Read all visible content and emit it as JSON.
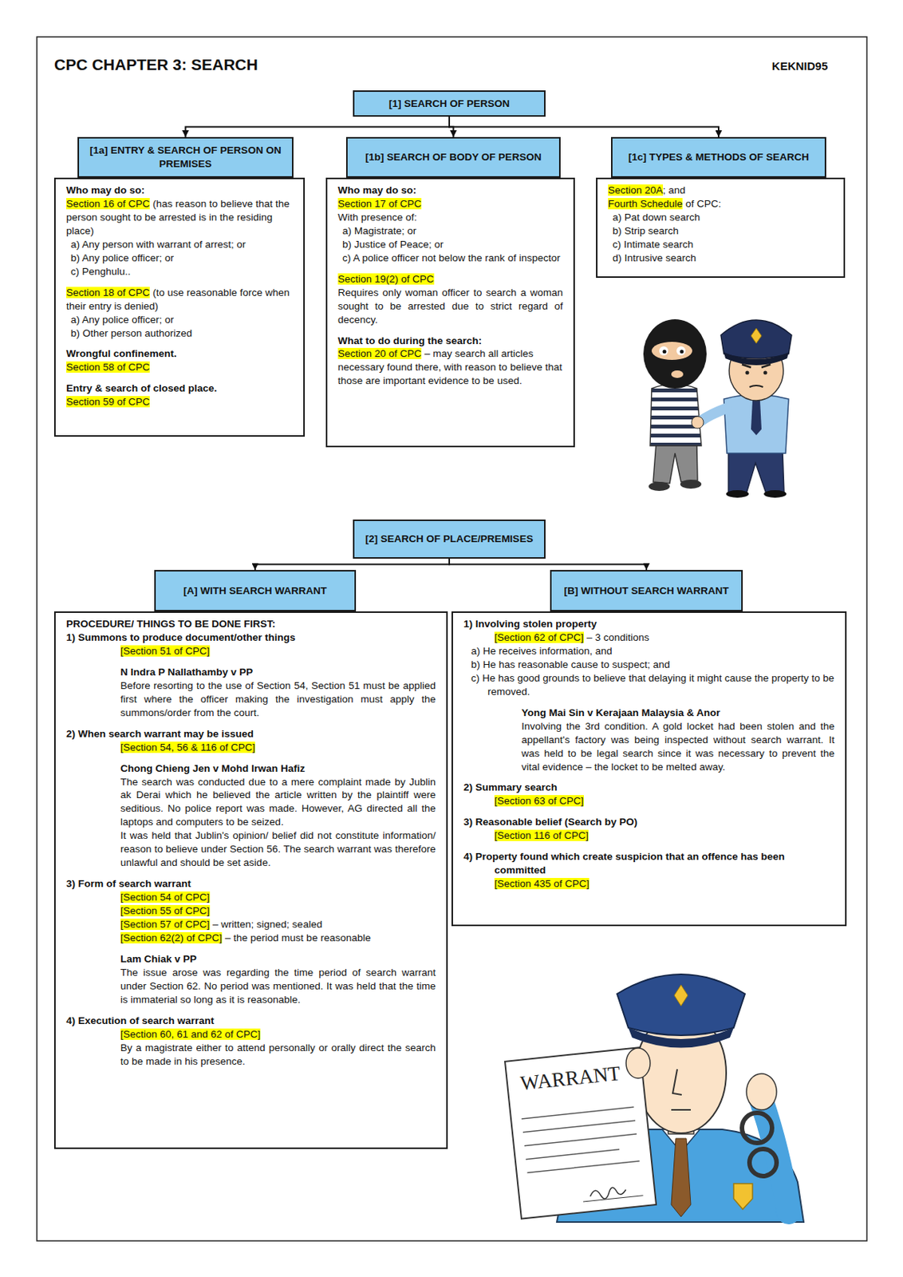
{
  "diagram": {
    "title": "CPC CHAPTER 3: SEARCH",
    "nodes": [
      {
        "text": [
          "[1] SEARCH OF PERSON"
        ]
      },
      {
        "text": [
          "[1a] ENTRY & SEARCH OF PERSON ON PREMISES"
        ]
      },
      {
        "text": [
          "[1b] SEARCH OF BODY OF PERSON"
        ]
      },
      {
        "text": [
          "[1c] TYPES & METHODS OF SEARCH"
        ]
      },
      {
        "text": [
          "Who may do so:",
          "Section 16 of CPC",
          "(has reason to believe that the person sought to be arrested is in the residing place)",
          "a) Any person with warrant of arrest; or",
          "b) Any police officer; or",
          "c) Penghulu..",
          "Section 18 of CPC",
          "(to use reasonable force when their entry is denied)",
          "a) Any police officer; or",
          "b) Other person authorized",
          "Wrongful confinement.",
          "Section 58 of CPC",
          "Entry & search of closed place.",
          "Section 59 of CPC"
        ]
      },
      {
        "text": [
          "Who may do so:",
          "Section 17 of CPC",
          "With presence of:",
          "a) Magistrate; or",
          "b) Justice of Peace; or",
          "c) A police officer not below the rank of inspector",
          "Section 19(2) of CPC",
          "Requires only woman officer to search a woman sought to be arrested due to strict regard of decency.",
          "What to do during the search:",
          "Section 20 of CPC",
          "– may search all articles necessary found there, with reason to believe that those are important evidence to be used."
        ]
      },
      {
        "text": [
          "Section 20A",
          "; and",
          "Fourth Schedule",
          "of CPC:",
          "a) Pat down search",
          "b) Strip search",
          "c) Intimate search",
          "d) Intrusive search"
        ]
      },
      {
        "text": [
          "[2] SEARCH OF PLACE/PREMISES"
        ]
      },
      {
        "text": [
          "[A] WITH SEARCH WARRANT"
        ]
      },
      {
        "text": [
          "[B] WITHOUT SEARCH WARRANT"
        ]
      },
      {
        "text": [
          "PROCEDURE/ THINGS TO BE DONE FIRST:",
          "1) Summons to produce document/other things",
          "[Section 51 of CPC]",
          "N Indra P Nallathamby v PP",
          "Before resorting to the use of Section 54, Section 51 must be applied first where the officer making the investigation must apply the summons/order from the court.",
          "2) When search warrant may be issued",
          "[Section 54, 56 & 116 of CPC]",
          "Chong Chieng Jen v Mohd Irwan Hafiz",
          "The search was conducted due to a mere complaint made by Jublin ak Derai which he believed the article written by the plaintiff were seditious. No police report was made. However, AG directed all the laptops and computers to be seized.",
          "It was held that Jublin's opinion/ belief did not constitute information/ reason to believe under Section 56. The search warrant was therefore unlawful and should be set aside.",
          "3) Form of search warrant",
          "[Section 54 of CPC]",
          "[Section 55 of CPC]",
          "[Section 57 of CPC]",
          "– written; signed; sealed",
          "[Section 62(2) of CPC]",
          "– the period must be reasonable",
          "Lam Chiak v PP",
          "The issue arose was regarding the time period of search warrant under Section 62. No period was mentioned. It was held that the time is immaterial so long as it is reasonable.",
          "4) Execution of search warrant",
          "[Section 60, 61 and 62 of CPC]",
          "By a magistrate either to attend personally or orally direct the search to be made in his presence."
        ]
      },
      {
        "text": [
          "1) Involving stolen property",
          "[Section 62 of CPC]",
          "– 3 conditions",
          "a) He receives information, and",
          "b) He has reasonable cause to suspect; and",
          "c) He has good grounds to believe that delaying it might cause the property to be removed.",
          "Yong Mai Sin v Kerajaan Malaysia & Anor",
          "Involving the 3rd condition. A gold locket had been stolen and the appellant's factory was being inspected without search warrant. It was held to be legal search since it was necessary to prevent the vital evidence – the locket to be melted away.",
          "2) Summary search",
          "[Section 63 of CPC]",
          "3) Reasonable belief (Search by PO)",
          "[Section 116 of CPC]",
          "4) Property found which create suspicion that an offence has been committed",
          "[Section 435 of CPC]"
        ]
      }
    ],
    "edges": [
      {
        "from": 0,
        "to": 1,
        "arrow": "to"
      },
      {
        "from": 0,
        "to": 2,
        "arrow": "to"
      },
      {
        "from": 0,
        "to": 3,
        "arrow": "to"
      },
      {
        "from": 7,
        "to": 8,
        "arrow": "to"
      },
      {
        "from": 7,
        "to": 9,
        "arrow": "to"
      }
    ],
    "labels": [
      "KEKNID95",
      "WARRANT"
    ]
  }
}
